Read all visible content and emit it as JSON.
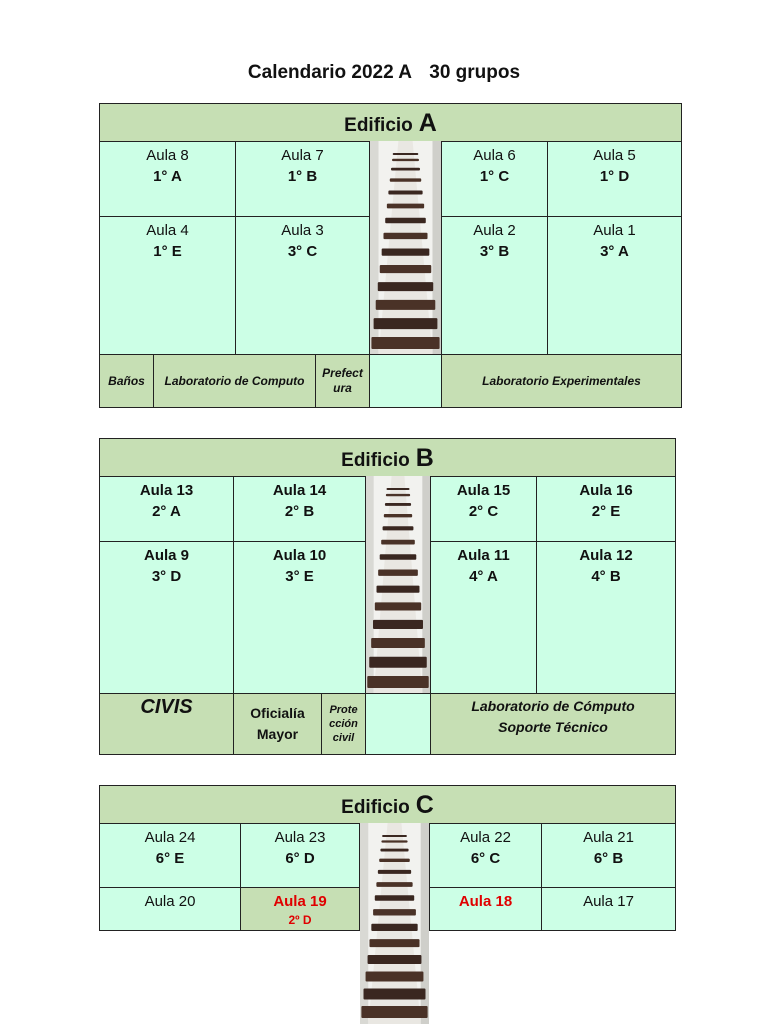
{
  "title": {
    "main": "Calendario 2022 A",
    "groups": "30 grupos"
  },
  "edificio_a": {
    "label": "Edificio",
    "letter": "A",
    "aulas": [
      {
        "aula": "Aula 8",
        "grupo": "1° A"
      },
      {
        "aula": "Aula 7",
        "grupo": "1° B"
      },
      {
        "aula": "Aula 6",
        "grupo": "1° C"
      },
      {
        "aula": "Aula 5",
        "grupo": "1° D"
      },
      {
        "aula": "Aula 4",
        "grupo": "1° E"
      },
      {
        "aula": "Aula 3",
        "grupo": "3° C"
      },
      {
        "aula": "Aula 2",
        "grupo": "3°  B"
      },
      {
        "aula": "Aula 1",
        "grupo": "3° A"
      }
    ],
    "footer": {
      "banos": "Baños",
      "lab_computo": "Laboratorio de Computo",
      "prefectura_1": "Prefect",
      "prefectura_2": "ura",
      "lab_experimentales": "Laboratorio Experimentales"
    }
  },
  "edificio_b": {
    "label": "Edificio",
    "letter": "B",
    "aulas": [
      {
        "aula": "Aula 13",
        "grupo": "2° A"
      },
      {
        "aula": "Aula 14",
        "grupo": "2° B"
      },
      {
        "aula": "Aula 15",
        "grupo": "2° C"
      },
      {
        "aula": "Aula 16",
        "grupo": "2° E"
      },
      {
        "aula": "Aula 9",
        "grupo": "3°  D"
      },
      {
        "aula": "Aula 10",
        "grupo": "3° E"
      },
      {
        "aula": "Aula 11",
        "grupo": "4° A"
      },
      {
        "aula": "Aula 12",
        "grupo": "4° B"
      }
    ],
    "footer": {
      "civis": "CIVIS",
      "oficialia_1": "Oficialía",
      "oficialia_2": "Mayor",
      "proteccion_1": "Prote",
      "proteccion_2": "cción",
      "proteccion_3": "civil",
      "lab_1": "Laboratorio de Cómputo",
      "lab_2": "Soporte Técnico"
    }
  },
  "edificio_c": {
    "label": "Edificio",
    "letter": "C",
    "aulas": [
      {
        "aula": "Aula 24",
        "grupo": "6° E"
      },
      {
        "aula": "Aula 23",
        "grupo": "6° D"
      },
      {
        "aula": "Aula 22",
        "grupo": "6° C"
      },
      {
        "aula": "Aula 21",
        "grupo": "6° B"
      },
      {
        "aula": "Aula 20",
        "grupo": ""
      },
      {
        "aula": "Aula 19",
        "grupo": "2º D"
      },
      {
        "aula": "Aula 18",
        "grupo": ""
      },
      {
        "aula": "Aula 17",
        "grupo": ""
      }
    ]
  },
  "colors": {
    "header_green": "#c6dfb4",
    "room_mint": "#ccffe6",
    "highlight_red": "#e00000"
  }
}
